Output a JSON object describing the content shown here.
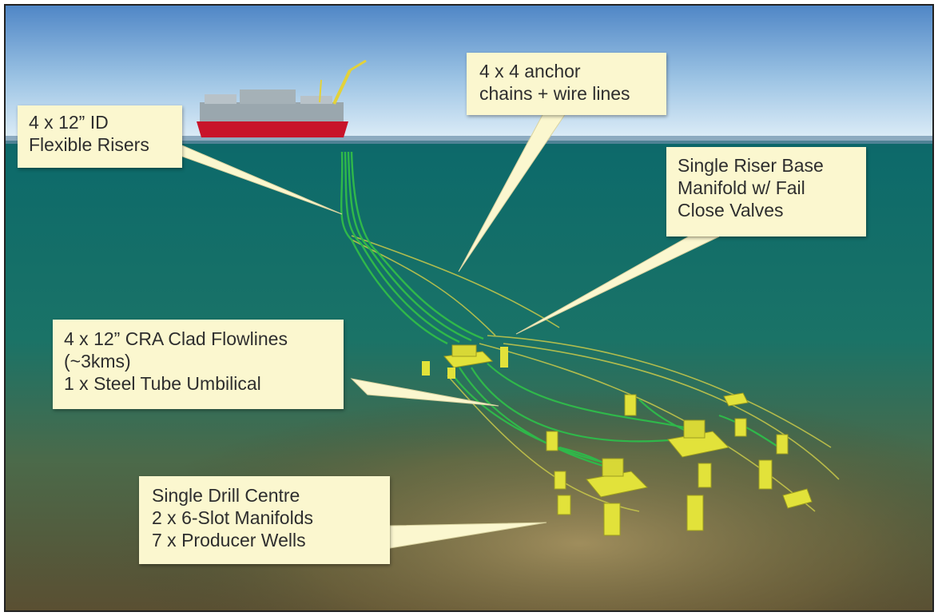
{
  "colors": {
    "callout_fill": "#fbf7cf",
    "callout_text": "#2e2e2e",
    "sky": "#dfeef8",
    "sea": "#0f6f6a",
    "seabed": "#7a6a3f",
    "flowline_green": "#2fb84a",
    "subsea_yellow": "#e2e23a",
    "vessel_red": "#c8142a"
  },
  "callouts": {
    "risers": {
      "lines": [
        "4 x 12” ID",
        "Flexible Risers"
      ]
    },
    "anchors": {
      "lines": [
        "4 x 4 anchor",
        "chains + wire lines"
      ]
    },
    "manifold": {
      "lines": [
        "Single Riser Base",
        "Manifold w/ Fail",
        "Close Valves"
      ]
    },
    "flowlines": {
      "lines": [
        "4 x 12” CRA Clad Flowlines",
        "(~3kms)",
        "1 x Steel Tube Umbilical"
      ]
    },
    "drill": {
      "lines": [
        "Single Drill Centre",
        "2 x 6-Slot Manifolds",
        "7 x Producer Wells"
      ]
    }
  },
  "icons": {
    "vessel": "fpso-vessel-icon",
    "riser_base": "riser-base-manifold-icon",
    "drill_centre": "drill-centre-manifold-icon",
    "wellhead": "wellhead-icon"
  }
}
